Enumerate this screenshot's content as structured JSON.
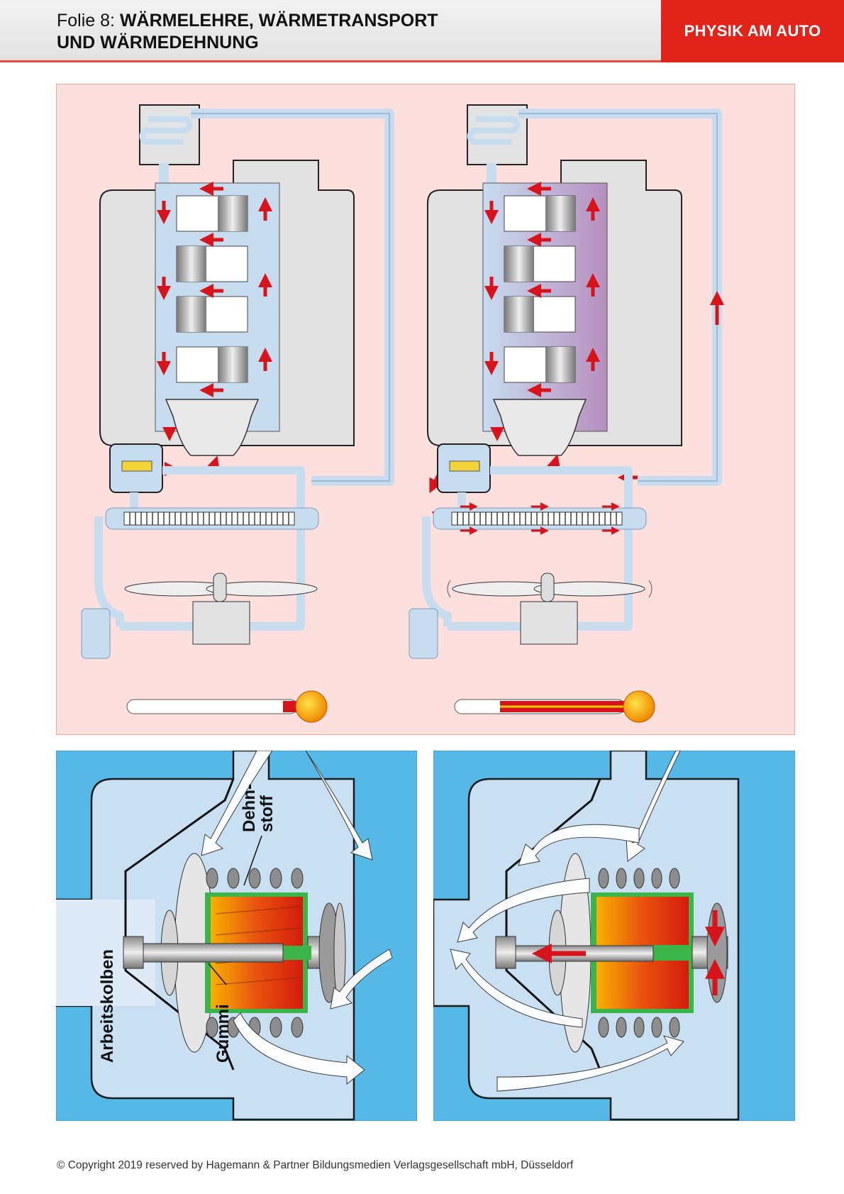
{
  "header": {
    "folie": "Folie 8: ",
    "title_line1": "WÄRMELEHRE, WÄRMETRANSPORT",
    "title_line2": "UND WÄRMEDEHNUNG",
    "badge": "PHYSIK AM AUTO"
  },
  "thermostat_labels": {
    "dehnstoff_1": "Dehn-",
    "dehnstoff_2": "stoff",
    "arbeitskolben": "Arbeitskolben",
    "gummi": "Gummi"
  },
  "footer": {
    "copyright": "© Copyright 2019 reserved by Hagemann & Partner Bildungsmedien Verlagsgesellschaft mbH, Düsseldorf"
  },
  "colors": {
    "brand_red": "#e2231a",
    "panel_pink": "#fde0de",
    "panel_blue": "#55b8e6",
    "coolant": "#c8dcef",
    "arrow_red": "#d7141c"
  }
}
